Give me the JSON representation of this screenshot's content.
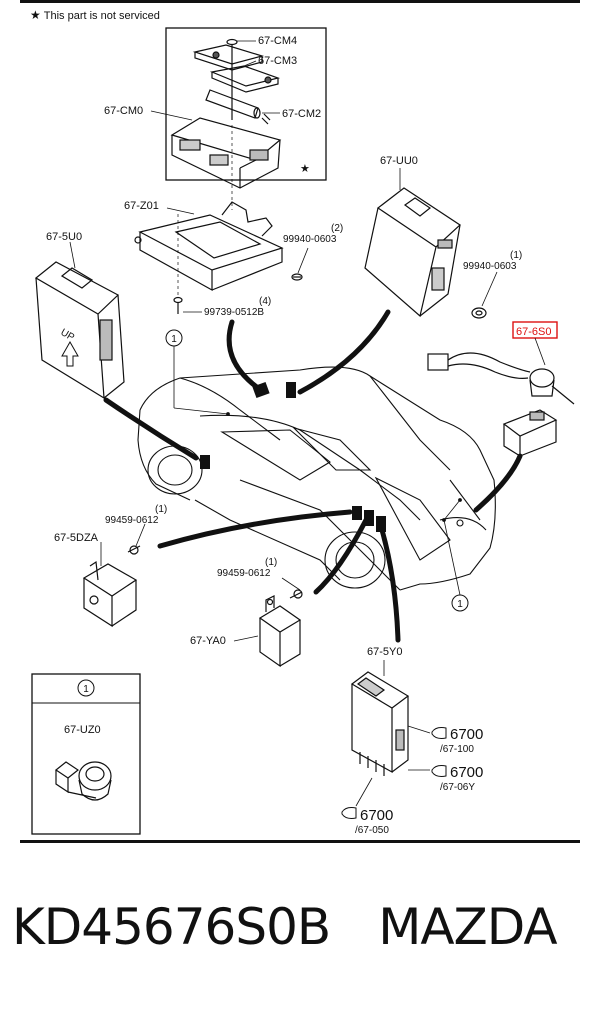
{
  "note": {
    "star": "★",
    "text": "This part is not serviced"
  },
  "parts": {
    "cm4": "67-CM4",
    "cm3": "67-CM3",
    "cm0": "67-CM0",
    "cm2": "67-CM2",
    "z01": "67-Z01",
    "u0": "67-5U0",
    "uu0": "67-UU0",
    "s0": "67-6S0",
    "dza": "67-5DZA",
    "ya0": "67-YA0",
    "y0": "67-5Y0",
    "uz0": "67-UZ0"
  },
  "bolts": {
    "b1": {
      "qty": "(2)",
      "code": "99940-0603"
    },
    "b2": {
      "qty": "(1)",
      "code": "99940-0603"
    },
    "b3": {
      "qty": "(4)",
      "code": "99739-0512B"
    },
    "b4": {
      "qty": "(1)",
      "code": "99459-0612"
    },
    "b5": {
      "qty": "(1)",
      "code": "99459-0612"
    }
  },
  "connectors": {
    "c1": {
      "num": "6700",
      "ref": "/67-100"
    },
    "c2": {
      "num": "6700",
      "ref": "/67-06Y"
    },
    "c3": {
      "num": "6700",
      "ref": "/67-050"
    }
  },
  "callout": "1",
  "up_label": "UP",
  "footer": {
    "part_number": "KD45676S0B",
    "brand": "MAZDA"
  }
}
